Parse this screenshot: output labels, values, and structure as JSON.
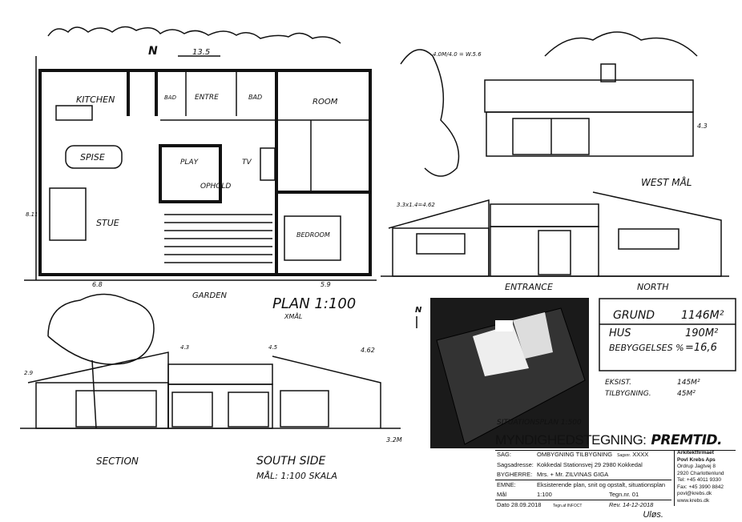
{
  "plan": {
    "title": "PLAN 1:100",
    "subtitle": "XMÅL",
    "dimension_top": "13.5",
    "rooms": {
      "kitchen": "KITCHEN",
      "entre": "ENTRE",
      "bad": "BAD",
      "bad2": "BAD",
      "room": "ROOM",
      "spise": "SPISE",
      "play": "PLAY",
      "tv": "TV",
      "ophold": "OPHOLD",
      "stue": "STUE",
      "bedroom": "BEDROOM",
      "garden": "GARDEN"
    },
    "dim_left": "8.11",
    "dim_bottom_left": "6.8",
    "dim_bottom_right": "5.9",
    "north": "N"
  },
  "west": {
    "label": "WEST MÅL",
    "dims": "4.3",
    "note": "4.0M/4.0 = W.5.6"
  },
  "north_elev": {
    "entrance": "ENTRANCE",
    "north": "NORTH",
    "dims": "3.3x1.4=4.62"
  },
  "south_elev": {
    "section": "SECTION",
    "label": "SOUTH SIDE",
    "sub": "MÅL: 1:100 SKALA",
    "dim_left": "2.9",
    "dim_top1": "4.3",
    "dim_top2": "4.5",
    "dim_right": "4.62",
    "dim_bottom_right": "3.2M"
  },
  "site": {
    "label": "SITUATIONSPLAN 1:500",
    "north": "N"
  },
  "areas": {
    "grund_label": "GRUND",
    "grund_value": "1146M²",
    "hus_label": "HUS",
    "hus_value": "190M²",
    "bebyggelse_label": "BEBYGGELSES %",
    "bebyggelse_value": "=16,6",
    "eksist_label": "EKSIST.",
    "eksist_value": "145M²",
    "tilbygning_label": "TILBYGNING.",
    "tilbygning_value": "45M²"
  },
  "title_block": {
    "heading": "MYNDIGHEDSTEGNING:",
    "status": "PREMTID.",
    "sag_label": "SAG:",
    "sag_value": "OMBYGNING TILBYGNING",
    "sagnr_label": "Sagsnr.",
    "sagnr_value": "XXXX",
    "adresse_label": "Sagsadresse:",
    "adresse_value": "Kokkedal Stationsvej 29  2980 Kokkedal",
    "bygherre_label": "BYGHERRE:",
    "bygherre_value": "Mrs. + Mr.  ZILVINAS GIGA",
    "emne_label": "EMNE:",
    "emne_value": "Eksisterende plan, snit og opstalt, situationsplan",
    "maal_label": "Mål",
    "maal_value": "1:100",
    "tegnnr": "Tegn.nr. 01",
    "dato": "Dato 28.09.2018",
    "tegn_af": "Tegn.af INFOCT",
    "rev": "Rev. 14-12-2018",
    "signature": "Uløs.",
    "firm": {
      "name1": "Arkitektfirmaet",
      "name2": "Povl Krebs Aps",
      "street": "Ordrup Jagtvej 8",
      "city": "2920 Charlottenlund",
      "tel": "Tel: +45 4011 9330",
      "fax": "Fax: +45 3990 8842",
      "email": "povl@krebs.dk",
      "web": "www.krebs.dk"
    }
  }
}
